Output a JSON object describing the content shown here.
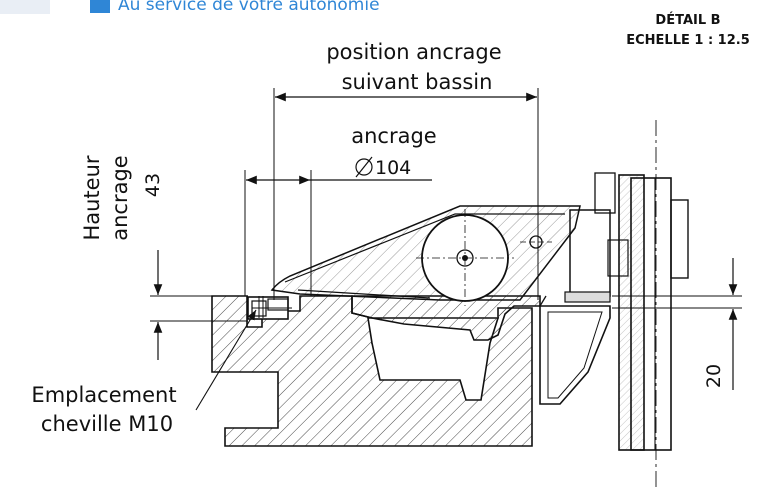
{
  "header": {
    "brand_text": "Au service de votre autonomie",
    "brand_color": "#2f86d6",
    "detail_title": "DÉTAIL B",
    "detail_scale": "ECHELLE 1 : 12.5"
  },
  "dimensions": {
    "position_line1": "position ancrage",
    "position_line2": "suivant bassin",
    "ancrage_label": "ancrage",
    "ancrage_diameter": "104",
    "hauteur_line1": "Hauteur",
    "hauteur_line2": "ancrage",
    "hauteur_value": "43",
    "right_value": "20"
  },
  "callout": {
    "line1": "Emplacement",
    "line2": "cheville M10"
  }
}
